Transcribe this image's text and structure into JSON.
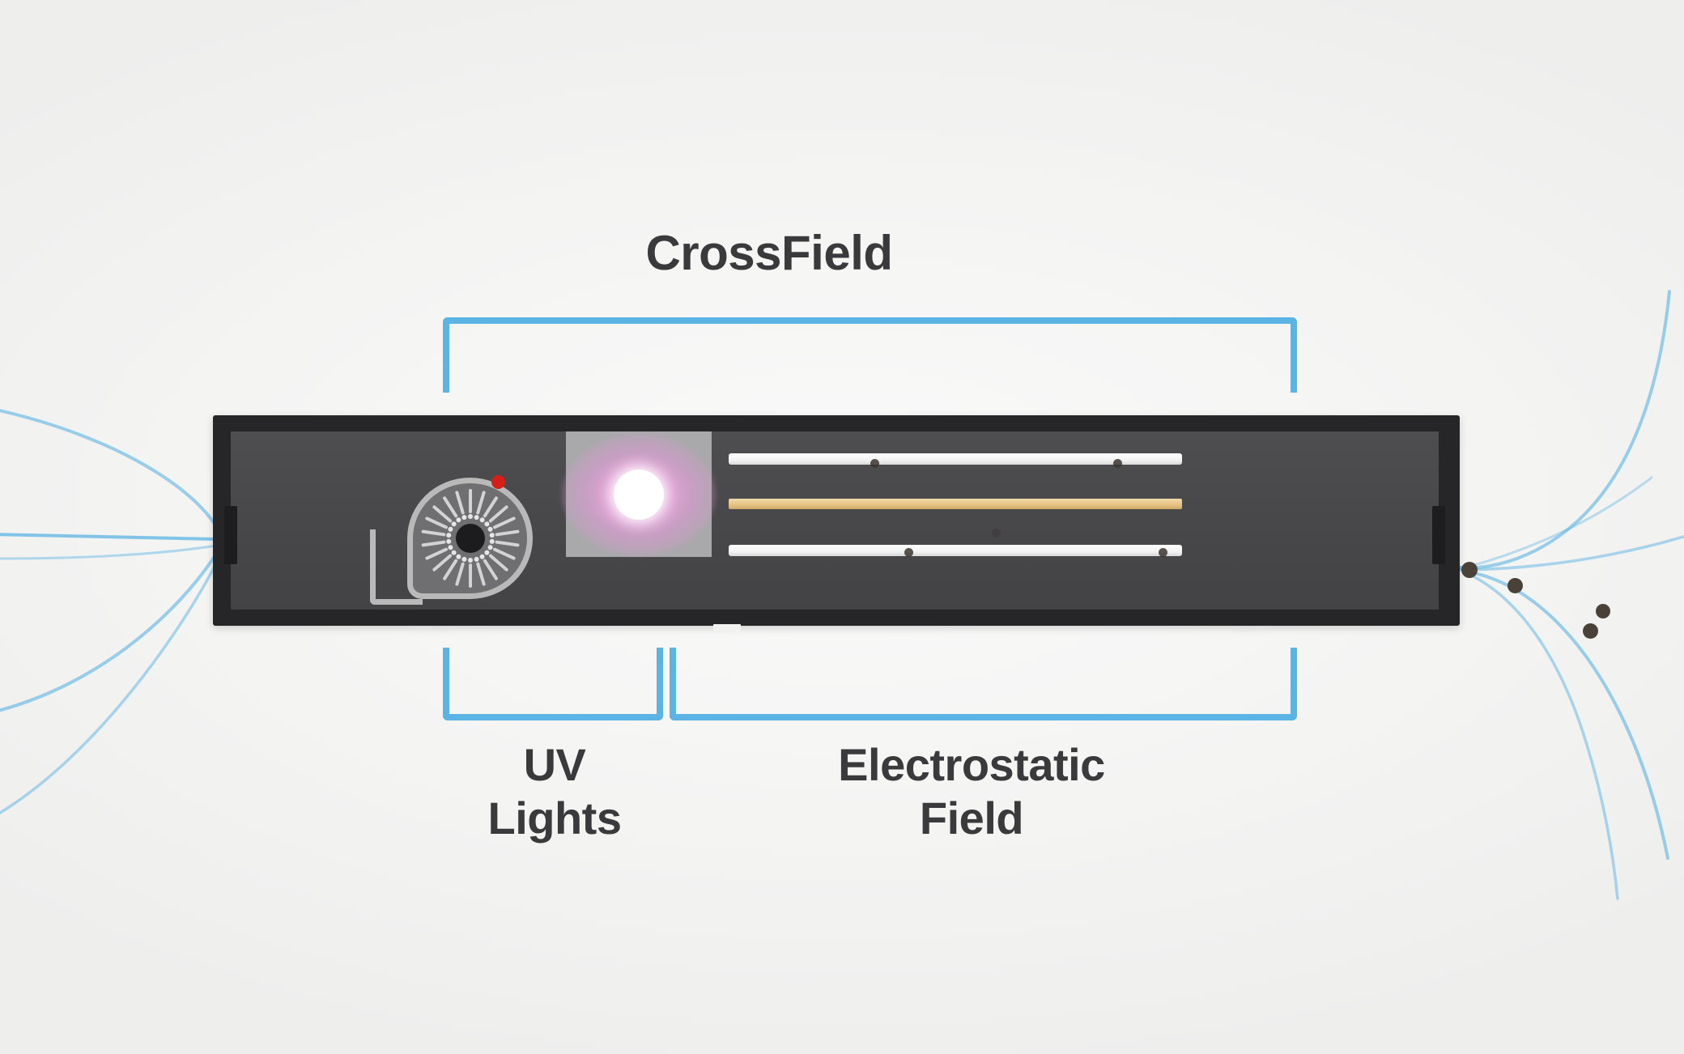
{
  "diagram": {
    "title": "CrossField",
    "background_color": "#f4f4f3",
    "accent_color": "#5cb4e4",
    "text_color": "#3a3a3c"
  },
  "labels": {
    "crossfield": "CrossField",
    "uv_lights": "UV\nLights",
    "electrostatic_field": "Electrostatic\nField"
  },
  "brackets": [
    {
      "name": "crossfield",
      "orientation": "top",
      "spans": "uv-chamber-through-electrostatic-plates"
    },
    {
      "name": "uv-lights",
      "orientation": "bottom",
      "spans": "uv-chamber"
    },
    {
      "name": "electrostatic-field",
      "orientation": "bottom",
      "spans": "electrostatic-plates"
    }
  ],
  "device": {
    "name": "air-purifier-cutaway",
    "shell_color": "#262628",
    "cavity_color": "#484849",
    "components": [
      {
        "name": "centrifugal-blower-fan",
        "blade_count": 22,
        "color": "#b9b9b9"
      },
      {
        "name": "uv-bulb",
        "glow_color": "#ee9fe0",
        "bulb_color": "#ffffff"
      },
      {
        "name": "electrostatic-plate-top",
        "color": "#ffffff"
      },
      {
        "name": "electrostatic-wire-center",
        "color": "#e7c487"
      },
      {
        "name": "electrostatic-plate-bottom",
        "color": "#ffffff"
      },
      {
        "name": "air-inlet-port",
        "color": "#1d1d1f"
      },
      {
        "name": "air-outlet-port",
        "color": "#1d1d1f"
      }
    ]
  },
  "airflow": {
    "stream_color": "#5cb4e4",
    "direction": "left-to-right",
    "inlet_streams": 4,
    "outlet_streams": 4
  },
  "particles": {
    "captured_color": "#d61f18",
    "released_color": "#4a4238",
    "exit_count": 4
  }
}
